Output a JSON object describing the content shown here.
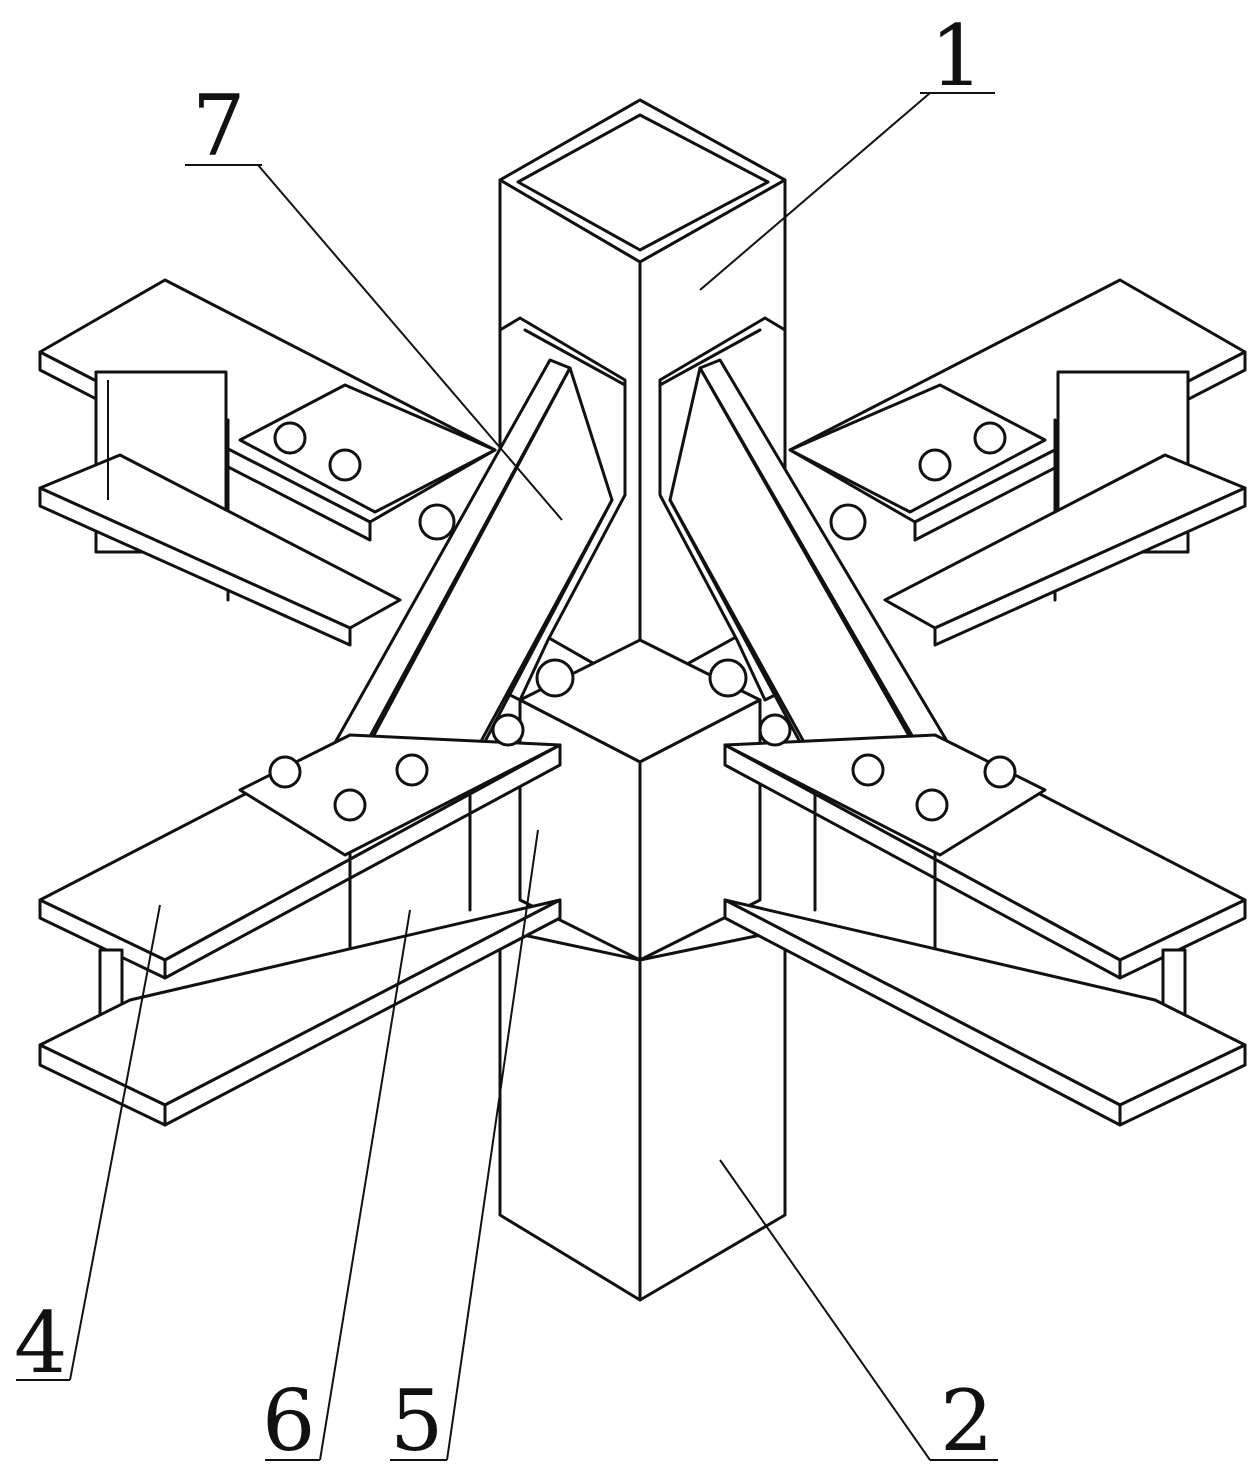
{
  "callouts": [
    {
      "id": "1",
      "label": "1"
    },
    {
      "id": "2",
      "label": "2"
    },
    {
      "id": "4",
      "label": "4"
    },
    {
      "id": "5",
      "label": "5"
    },
    {
      "id": "6",
      "label": "6"
    },
    {
      "id": "7",
      "label": "7"
    }
  ]
}
